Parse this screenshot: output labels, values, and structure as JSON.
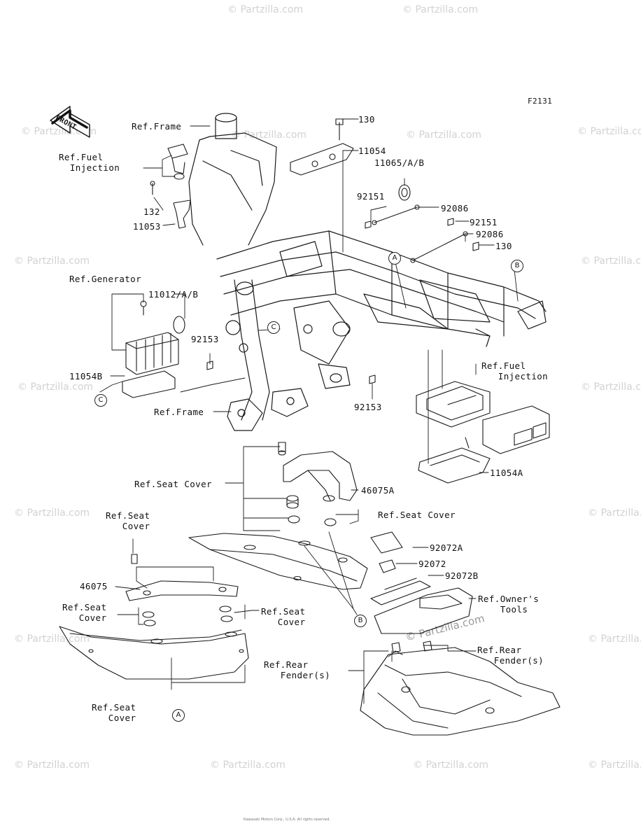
{
  "diagram_id": "F2131",
  "front_arrow": "FRONT",
  "watermark": "© Partzilla.com",
  "labels": {
    "ref_frame_top": "Ref.Frame",
    "ref_fuel_injection_left": "Ref.Fuel\n  Injection",
    "p130_top": "130",
    "p11054": "11054",
    "p11065": "11065/A/B",
    "p132": "132",
    "p11053": "11053",
    "p92151_a": "92151",
    "p92086_a": "92086",
    "p92151_b": "92151",
    "p92086_b": "92086",
    "p130_mid": "130",
    "ref_generator": "Ref.Generator",
    "p11012": "11012/A/B",
    "p92153_a": "92153",
    "p11054b": "11054B",
    "ref_frame_mid": "Ref.Frame",
    "p92153_b": "92153",
    "ref_fuel_injection_right": "Ref.Fuel\n   Injection",
    "p11054a": "11054A",
    "ref_seat_cover_top": "Ref.Seat Cover",
    "p46075a": "46075A",
    "ref_seat_cover_mid": "Ref.Seat Cover",
    "ref_seat_cover_left": "Ref.Seat\n   Cover",
    "p92072a": "92072A",
    "p92072": "92072",
    "p92072b": "92072B",
    "ref_owners_tools": "Ref.Owner's\n    Tools",
    "p46075": "46075",
    "ref_seat_cover_left2": "Ref.Seat\n   Cover",
    "ref_seat_cover_right2": "Ref.Seat\n   Cover",
    "ref_rear_fender_left": "Ref.Rear\n   Fender(s)",
    "ref_rear_fender_right": "Ref.Rear\n   Fender(s)",
    "ref_seat_cover_bottom": "Ref.Seat\n   Cover"
  },
  "callouts": {
    "a1": "A",
    "b1": "B",
    "c1": "C",
    "c2": "C",
    "b2": "B",
    "a2": "A"
  },
  "copyright": "Kawasaki Motors Corp., U.S.A. All rights reserved."
}
